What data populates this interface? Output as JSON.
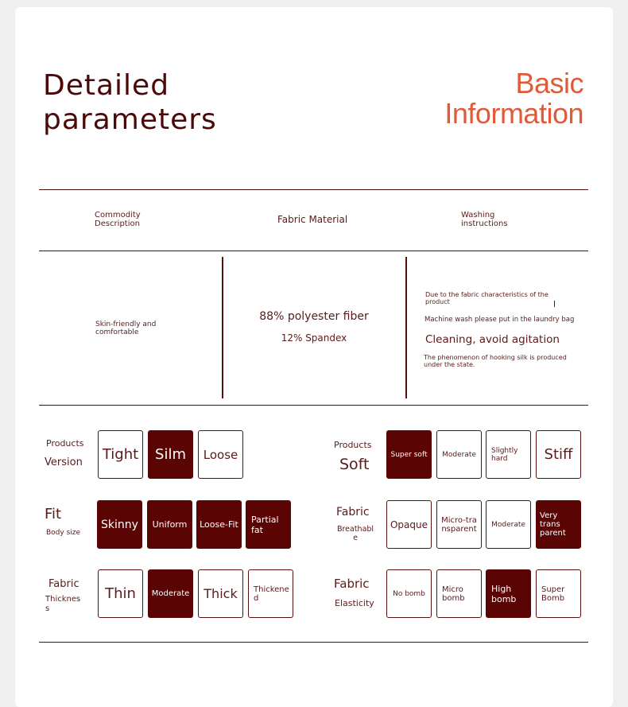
{
  "header": {
    "title_line1": "Detailed",
    "title_line2": "parameters",
    "subtitle_line1": "Basic",
    "subtitle_line2": "Information"
  },
  "table": {
    "headers": {
      "commodity": [
        "Commodity",
        "Description"
      ],
      "fabric": "Fabric Material",
      "washing": [
        "Washing",
        "instructions"
      ]
    },
    "commodity_value": [
      "Skin-friendly and",
      "comfortable"
    ],
    "fabric_values": [
      "88% polyester fiber",
      "12% Spandex"
    ],
    "washing_values": [
      [
        "Due to the fabric characteristics of the",
        "product"
      ],
      "Machine wash please put in the laundry bag",
      "Cleaning, avoid agitation",
      [
        "The phenomenon of hooking silk is produced",
        "under the state."
      ]
    ]
  },
  "params": {
    "version": {
      "label": [
        "Products",
        "Version"
      ],
      "options": [
        "Tight",
        "Silm",
        "Loose"
      ],
      "selected": "Silm"
    },
    "soft": {
      "label": [
        "Products",
        "Soft"
      ],
      "options": [
        "Super soft",
        "Moderate",
        "Slightly hard",
        "Stiff"
      ],
      "selected": "Super soft"
    },
    "fit": {
      "label": [
        "Fit",
        "Body size"
      ],
      "options": [
        "Skinny",
        "Uniform",
        "Loose-Fit",
        "Partial fat"
      ],
      "selected": [
        "Skinny",
        "Uniform",
        "Loose-Fit",
        "Partial fat"
      ]
    },
    "breathable": {
      "label": [
        "Fabric",
        "Breathabl",
        "e"
      ],
      "options": [
        "Opaque",
        "Micro-tra nsparent",
        "Moderate",
        "Very trans parent"
      ],
      "selected": "Very trans parent"
    },
    "thickness": {
      "label": [
        "Fabric",
        "Thicknes",
        "s"
      ],
      "options": [
        "Thin",
        "Moderate",
        "Thick",
        "Thickene d"
      ],
      "selected": "Moderate"
    },
    "elasticity": {
      "label": [
        "Fabric",
        "Elasticity"
      ],
      "options": [
        "No bomb",
        "Micro bomb",
        "High bomb",
        "Super Bomb"
      ],
      "selected": "High bomb"
    }
  }
}
